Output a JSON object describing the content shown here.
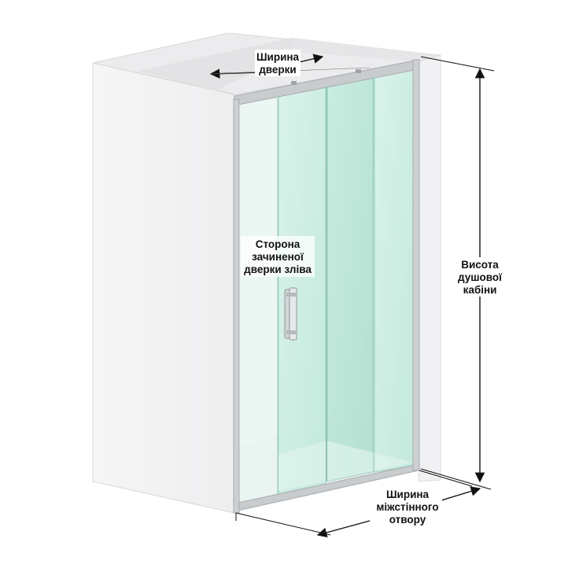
{
  "labels": {
    "door_width": [
      "Ширина",
      "дверки"
    ],
    "closed_side": [
      "Сторона",
      "зачиненої",
      "дверки зліва"
    ],
    "height": [
      "Висота",
      "душової",
      "кабіни"
    ],
    "opening_width": [
      "Ширина",
      "міжстінного",
      "отвору"
    ]
  },
  "colors": {
    "wall_front": "#f4f4f5",
    "wall_top": "#ececee",
    "wall_shade": "#e4e4e6",
    "glass": "#cfeee4",
    "glass_dark": "#b9e3d6",
    "frame": "#b8bcbf",
    "dimension_line": "#111111"
  }
}
